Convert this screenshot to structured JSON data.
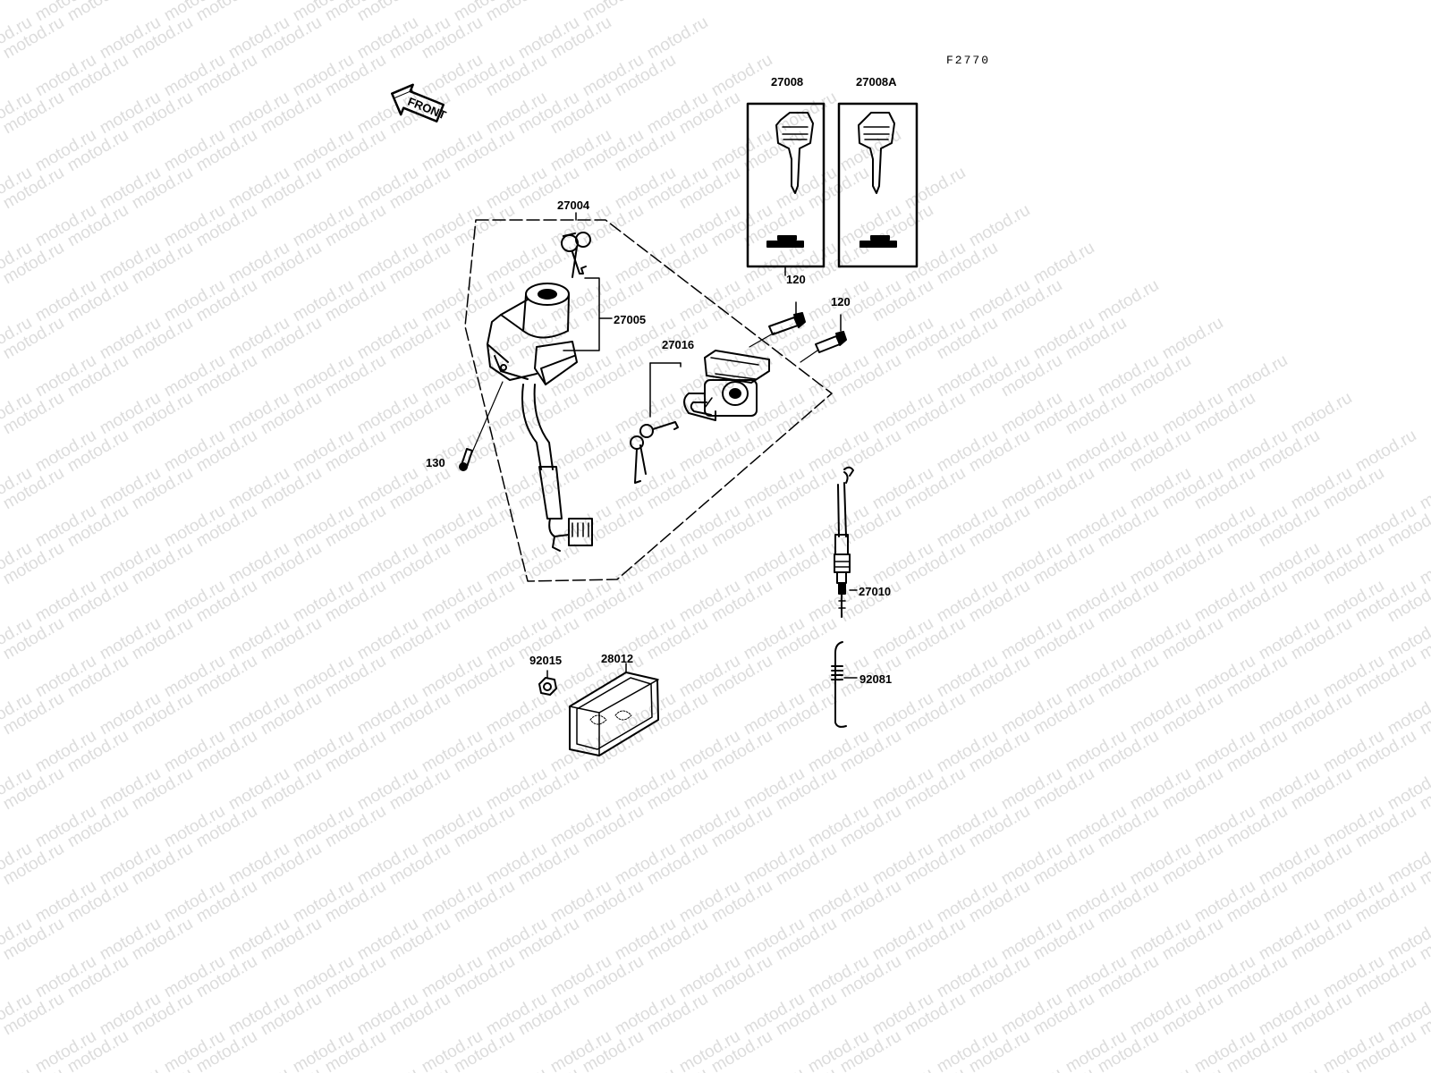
{
  "diagram": {
    "code": "F2770",
    "front_label": "FRONT",
    "watermark": "motod.ru",
    "parts": {
      "p27008": "27008",
      "p27008A": "27008A",
      "p27004": "27004",
      "p27005": "27005",
      "p27016": "27016",
      "p120a": "120",
      "p120b": "120",
      "p130": "130",
      "p27010": "27010",
      "p92015": "92015",
      "p28012": "28012",
      "p92081": "92081"
    }
  }
}
